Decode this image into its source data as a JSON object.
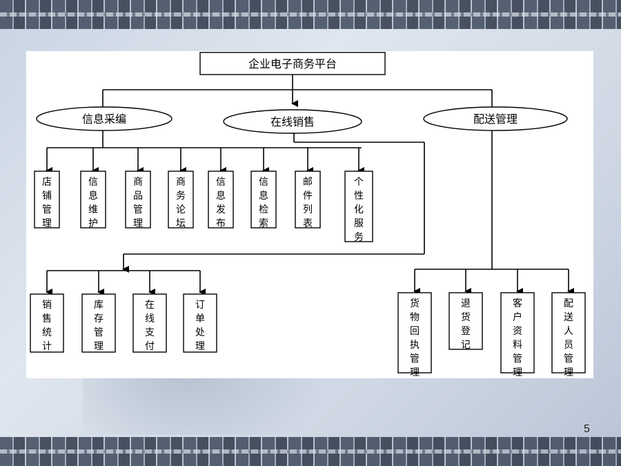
{
  "slide": {
    "page_number": "5"
  },
  "diagram": {
    "root": "企业电子商务平台",
    "branches": [
      {
        "label": "信息采编"
      },
      {
        "label": "在线销售"
      },
      {
        "label": "配送管理"
      }
    ],
    "info_children": [
      "店铺管理",
      "信息维护",
      "商品管理",
      "商务论坛",
      "信息发布",
      "信息检索",
      "邮件列表",
      "个性化服务"
    ],
    "sales_children": [
      "销售统计",
      "库存管理",
      "在线支付",
      "订单处理"
    ],
    "delivery_children": [
      "货物回执管理",
      "退货登记",
      "客户资料管理",
      "配送人员管理"
    ]
  }
}
